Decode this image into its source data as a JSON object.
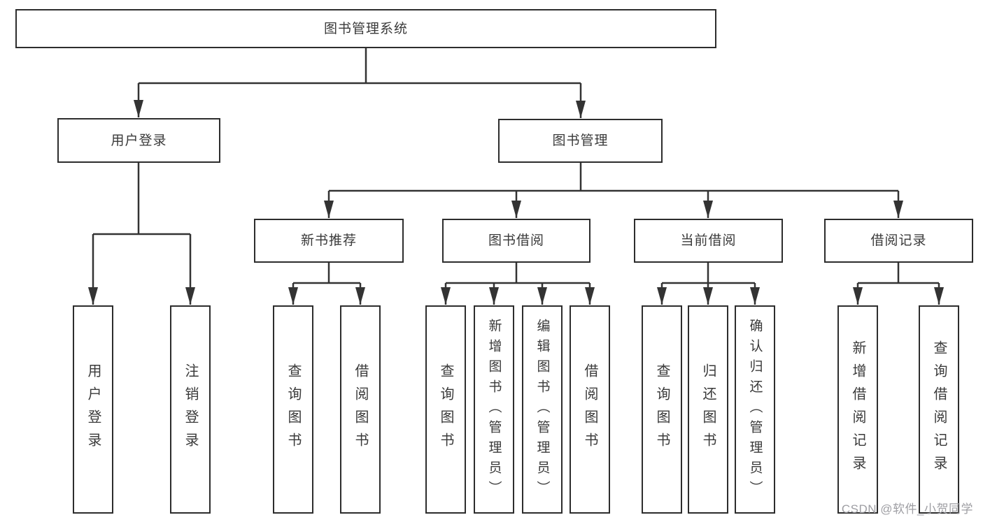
{
  "diagram": {
    "type": "hierarchy",
    "colors": {
      "line": "#333333",
      "box_border": "#2d2d2d",
      "box_fill": "#ffffff",
      "text": "#3a3a3a",
      "watermark": "#9e9ea3"
    },
    "tree": {
      "root": {
        "label": "图书管理系统",
        "children": [
          {
            "label": "用户登录",
            "children": [
              {
                "label": "用户登录"
              },
              {
                "label": "注销登录"
              }
            ]
          },
          {
            "label": "图书管理",
            "children": [
              {
                "label": "新书推荐",
                "children": [
                  {
                    "label": "查询图书"
                  },
                  {
                    "label": "借阅图书"
                  }
                ]
              },
              {
                "label": "图书借阅",
                "children": [
                  {
                    "label": "查询图书"
                  },
                  {
                    "label": "新增图书（管理员）"
                  },
                  {
                    "label": "编辑图书（管理员）"
                  },
                  {
                    "label": "借阅图书"
                  }
                ]
              },
              {
                "label": "当前借阅",
                "children": [
                  {
                    "label": "查询图书"
                  },
                  {
                    "label": "归还图书"
                  },
                  {
                    "label": "确认归还（管理员）"
                  }
                ]
              },
              {
                "label": "借阅记录",
                "children": [
                  {
                    "label": "新增借阅记录"
                  },
                  {
                    "label": "查询借阅记录"
                  }
                ]
              }
            ]
          }
        ]
      }
    }
  },
  "watermark": {
    "text": "CSDN @软件_小贺同学"
  }
}
